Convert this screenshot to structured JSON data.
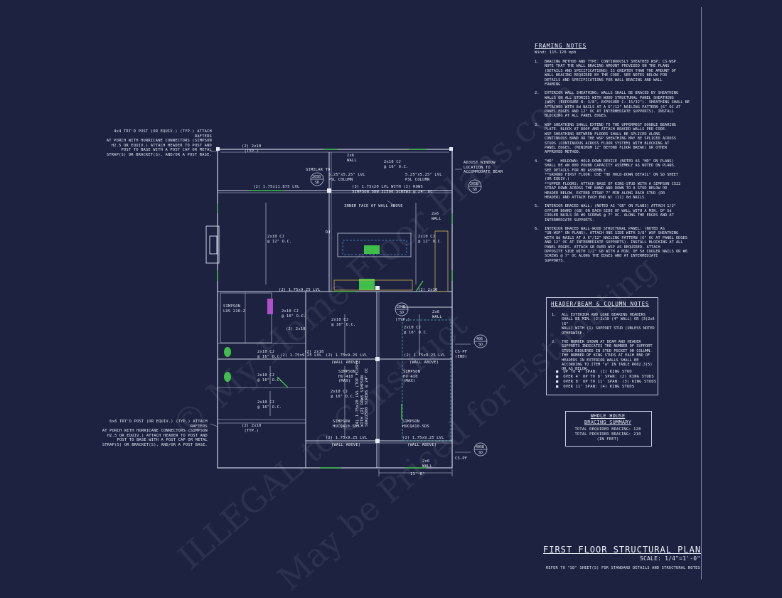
{
  "framing_notes": {
    "title": "FRAMING NOTES",
    "wind": "Wind: 115-120 mph",
    "items": [
      {
        "n": "1.",
        "text": "BRACING METHOD AND TYPE: CONTINUOUSLY SHEATHED WSP; CS-WSP.\nNOTE THAT THE WALL BRACING AMOUNT PROVIDED ON THE PLANS\n(DETAILS AND SPECIFICATIONS) IS GREATER THAN THE AMOUNT OF\nWALL BRACING REQUIRED BY THE CODE. SEE NOTES BELOW FOR\nDETAILS AND SPECIFICATIONS FOR WALL BRACING AND WALL\nFRAMING."
      },
      {
        "n": "2.",
        "text": "EXTERIOR WALL SHEATHING: WALLS SHALL BE BRACED BY SHEATHING\nWALLS ON ALL STORIES WITH WOOD STRUCTURAL PANEL SHEATHING\n(WSP) (EXPOSURE B: 3/8\", EXPOSURE C: 15/32\"). SHEATHING SHALL BE\nATTACHED WITH 8d NAILS AT A 6\"/12\" NAILING PATTERN (6\" OC AT\nPANEL EDGES AND 12\" OC AT INTERMEDIATE SUPPORTS). INSTALL\nBLOCKING AT ALL PANEL EDGES."
      },
      {
        "n": "3.",
        "text": "WSP SHEATHING SHALL EXTEND TO THE UPPERMOST DOUBLE BEARING\nPLATE. BLOCK AT ROOF AND ATTACH BRACED WALLS PER CODE.\nWSP SHEATHING BETWEEN FLOORS SHALL BE SPLICED ALONG\nCONTINUOUS BAND OR THE WSP SHEATHING MAY BE SPLICED ACROSS\nSTUDS (CONTINUOUS ACROSS FLOOR SYSTEM) WITH BLOCKING AT\nPANEL EDGES. (MINIMUM 12\" BEYOND FLOOR BREAK) OR OTHER\nAPPROVED METHOD."
      },
      {
        "n": "4.",
        "text": "\"HD\" - HOLDOWN: HOLD-DOWN DEVICE (NOTED AS \"HD\" ON PLANS)\nSHALL BE AN 800 POUND CAPACITY ASSEMBLY AS NOTED ON PLANS.\nSEE DETAILS FOR HD ASSEMBLY.\n**GROUND FIRST FLOOR: USE \"HD HOLD-DOWN DETAIL\" ON SD SHEET\n(OR EQUIV.)\n**UPPER FLOORS: ATTACH BASE OF KING-STUD WITH A SIMPSON CS22\nSTRAP DOWN ACROSS THE BAND AND DOWN TO A STUD BELOW OR\nHEADER BELOW. EXTEND STRAP 7\" MIN ALONG EACH STUD (OR\nHEADER) AND ATTACH EACH END W/ (11) 8d NAILS."
      },
      {
        "n": "5.",
        "text": "INTERIOR BRACED WALL: (NOTED AS \"GB\" ON PLANS) ATTACH 1/2\"\nGYPSUM BOARD (GB) ON EACH SIDE OF WALL WITH A MIN. OF 5d\nCOOLER NAILS OR #6 SCREWS @ 7\" OC. ALONG THE EDGES AND AT\nINTERMEDIATE SUPPORTS."
      },
      {
        "n": "6.",
        "text": "INTERIOR BRACED WALL-WOOD STRUCTURAL PANEL: (NOTED AS\n\"GB-WSP\" ON PLANS), ATTACH ONE SIDE WITH 3/8\" WSP SHEATHING\nWITH 8d NAILS AT A 6\"/12\" NAILING PATTERN (6\" OC AT PANEL EDGES\nAND 12\" OC AT INTERMEDIATE SUPPORTS). INSTALL BLOCKING AT ALL\nPANEL EDGES. ATTACH GB OVER WSP AS REQUIRED. ATTACH\nOPPOSITE SIDE WITH 1/2\" GB WITH A MIN. OF 5d COOLER NAILS OR #6\nSCREWS @ 7\" OC ALONG THE EDGES AND AT INTERMEDIATE\nSUPPORTS."
      }
    ]
  },
  "header_notes": {
    "title": "HEADER/BEAM & COLUMN NOTES",
    "items": [
      {
        "n": "1.",
        "text": "ALL EXTERIOR AND LOAD BEARING HEADERS\nSHALL BE MIN. (2)2x10 (4\" WALL) OR (3)2x6 (6\"\nWALL) WITH (1) SUPPORT STUD (UNLESS NOTED\nOTHERWISE."
      },
      {
        "n": "2.",
        "text": "THE NUMBER SHOWN AT BEAM AND HEADER\nSUPPORTS INDICATES THE NUMBER OF SUPPORT\nSTUDS REQUIRED IN STUD POCKET OR COLUMN.\nTHE NUMBER OF KING STUDS AT EACH END OF\nHEADERS IN EXTERIOR WALLS SHALL BE\nACCORDING TO ITEM \"a\" IN TABLE R602.3(5)\nOR AS BELOW."
      }
    ],
    "spans": [
      "UP TO 4' SPAN: (1) KING STUD",
      "OVER 4' UP TO 8' SPAN: (2) KING STUDS",
      "OVER 8' UP TO 11' SPAN: (3) KING STUDS",
      "OVER 11' SPAN: (4) KING STUDS"
    ]
  },
  "bracing_summary": {
    "title1": "WHOLE HOUSE",
    "title2": "BRACING SUMMARY",
    "required": "TOTAL REQUIRED BRACING: 128",
    "provided": "TOTAL PROVIDED BRACING: 210",
    "unit": "(IN FEET)"
  },
  "title_block": {
    "title": "FIRST FLOOR STRUCTURAL PLAN",
    "scale": "SCALE: 1/4\"=1'-0\"",
    "note": "REFER TO \"SD\" SHEET(S) FOR STANDARD DETAILS AND STRUCTURAL NOTES"
  },
  "callouts": {
    "post_top": "4x4 TRT'D POST (OR EQUIV.) (TYP.) ATTACH RAFTERS\nAT PORCH WITH HURRICANE CONNECTORS (SIMPSON\nH2.5 OR EQUIV.) ATTACH HEADER TO POST AND\nPOST TO BASE WITH A POST CAP OR METAL\nSTRAP(S) OR BRACKET(S), AND/OR A POST BASE.",
    "post_bottom": "6x6 TRT'D POST (OR EQUIV.) (TYP.) ATTACH RAFTERS\nAT PORCH WITH HURRICANE CONNECTORS (SIMPSON\nH2.5 OR EQUIV.) ATTACH HEADER TO POST AND\nPOST TO BASE WITH A POST CAP OR METAL\nSTRAP(S) OR BRACKET(S), AND/OR A POST BASE.",
    "adjust_window": "ADJUST WINDOW\nLOCATION TO\nACCOMMODATE BEAM",
    "similar_to": "SIMILAR TO",
    "inner_face": "INNER FACE OF WALL ABOVE"
  },
  "plan_labels": [
    {
      "id": "l1",
      "text": "(2) 2x10\n(TYP.)"
    },
    {
      "id": "l2",
      "text": "2x6\nWALL"
    },
    {
      "id": "l3",
      "text": "5.25\"x5.25\" LVL\nPSL COLUMN"
    },
    {
      "id": "l4",
      "text": "5.25\"x5.25\" LVL\nPSL COLUMN"
    },
    {
      "id": "l5",
      "text": "(2) 1.75x11.875 LVL"
    },
    {
      "id": "l6",
      "text": "(3) 1.75x20 LVL WITH (2) ROWS\nSIMPSON SDW 22500 SCREWS @ 24\" OC"
    },
    {
      "id": "l7",
      "text": "2x10 CJ\n@ 12\" O.C."
    },
    {
      "id": "l8",
      "text": "2x10 CJ\n@ 12\" O.C."
    },
    {
      "id": "l9",
      "text": "2x6\nWALL"
    },
    {
      "id": "l10",
      "text": "(2) 1.75x9.25 LVL"
    },
    {
      "id": "l11",
      "text": "(2) 2x10"
    },
    {
      "id": "l12",
      "text": "SIMPSON\nLUS 210-2"
    },
    {
      "id": "l13",
      "text": "2x10 CJ\n@ 16\" O.C."
    },
    {
      "id": "l14",
      "text": "(2) 2x10"
    },
    {
      "id": "l15",
      "text": "2x10 CJ\n@ 16\" O.C."
    },
    {
      "id": "l16",
      "text": "2x10 CJ\n@ 16\" O.C."
    },
    {
      "id": "l17",
      "text": "(TYP.)"
    },
    {
      "id": "l18",
      "text": "2x6\nWALL"
    },
    {
      "id": "l19",
      "text": "2x10 CJ\n@ 16\" O.C."
    },
    {
      "id": "l20",
      "text": "(2) 1.75x9.25 LVL"
    },
    {
      "id": "l21",
      "text": "(2) 1.75x9.25 LVL"
    },
    {
      "id": "l22",
      "text": "(WALL ABOVE)"
    },
    {
      "id": "l23",
      "text": "(WALL ABOVE)"
    },
    {
      "id": "l24",
      "text": "SIMPSON\nHU 410\n(MAX)"
    },
    {
      "id": "l25",
      "text": "SIMPSON\nHU 410\n(MAX)"
    },
    {
      "id": "l26",
      "text": "2x10 CJ\n@ 16\" O.C."
    },
    {
      "id": "l27",
      "text": "2x10 CJ\n@ 16\" O.C."
    },
    {
      "id": "l28",
      "text": "SIMPSON\nHUCQ410-SDS"
    },
    {
      "id": "l29",
      "text": "SIMPSON\nHUCQ410-SDS"
    },
    {
      "id": "l30",
      "text": "(2) 1.75x9.25 LVL"
    },
    {
      "id": "l31",
      "text": "(2) 1.75x9.25 LVL"
    },
    {
      "id": "l32",
      "text": "(WALL ABOVE)"
    },
    {
      "id": "l33",
      "text": "(WALL ABOVE)"
    },
    {
      "id": "l34",
      "text": "(2) 2x10\n(TYP.)"
    },
    {
      "id": "l35",
      "text": "2x6\nWALL"
    },
    {
      "id": "l36",
      "text": "11'-0\""
    },
    {
      "id": "l37",
      "text": "(4) 1.75x20 LVL (TOP FLUSH)\nWITH (2) ROWS SIMPSON\nSDW22500 SCREWS @ 24\" OC"
    },
    {
      "id": "l38",
      "text": "(2) 1.75x9.25 LVL"
    },
    {
      "id": "l39",
      "text": "(2) 2x10"
    },
    {
      "id": "l40",
      "text": "2x10 CJ\n@ 16\" O.C."
    },
    {
      "id": "l41",
      "text": "CS-PF\n(END)"
    },
    {
      "id": "l42",
      "text": "CS-PF"
    },
    {
      "id": "l43",
      "text": "DJ"
    },
    {
      "id": "l44",
      "text": "2x10 CJ\n@ 16\" O.C."
    }
  ],
  "bubbles": {
    "b1": {
      "top": "205B",
      "bot": "SD"
    },
    "b2": {
      "top": "205B",
      "bot": "SD"
    },
    "b3": {
      "top": "204B",
      "bot": "SD"
    },
    "b4": {
      "top": "406",
      "bot": "SD"
    },
    "b5": {
      "top": "405B",
      "bot": "SD"
    }
  },
  "watermarks": [
    "© My Home Floor Plans.com",
    "ILLEGAL to Construct",
    "May be Priced for Estimating"
  ]
}
